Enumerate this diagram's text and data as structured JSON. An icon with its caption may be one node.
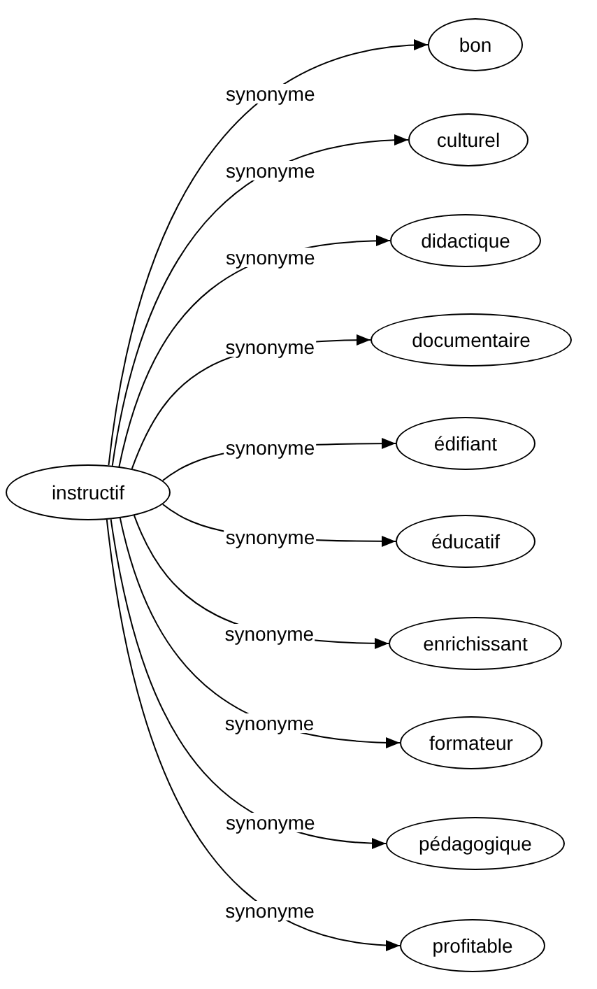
{
  "diagram": {
    "nodes": [
      {
        "text": [
          "instructif"
        ]
      },
      {
        "text": [
          "bon"
        ]
      },
      {
        "text": [
          "culturel"
        ]
      },
      {
        "text": [
          "didactique"
        ]
      },
      {
        "text": [
          "documentaire"
        ]
      },
      {
        "text": [
          "édifiant"
        ]
      },
      {
        "text": [
          "éducatif"
        ]
      },
      {
        "text": [
          "enrichissant"
        ]
      },
      {
        "text": [
          "formateur"
        ]
      },
      {
        "text": [
          "pédagogique"
        ]
      },
      {
        "text": [
          "profitable"
        ]
      }
    ],
    "edges": [
      {
        "from": 0,
        "to": 1,
        "arrow": "to",
        "label": "synonyme"
      },
      {
        "from": 0,
        "to": 2,
        "arrow": "to",
        "label": "synonyme"
      },
      {
        "from": 0,
        "to": 3,
        "arrow": "to",
        "label": "synonyme"
      },
      {
        "from": 0,
        "to": 4,
        "arrow": "to",
        "label": "synonyme"
      },
      {
        "from": 0,
        "to": 5,
        "arrow": "to",
        "label": "synonyme"
      },
      {
        "from": 0,
        "to": 6,
        "arrow": "to",
        "label": "synonyme"
      },
      {
        "from": 0,
        "to": 7,
        "arrow": "to",
        "label": "synonyme"
      },
      {
        "from": 0,
        "to": 8,
        "arrow": "to",
        "label": "synonyme"
      },
      {
        "from": 0,
        "to": 9,
        "arrow": "to",
        "label": "synonyme"
      },
      {
        "from": 0,
        "to": 10,
        "arrow": "to",
        "label": "synonyme"
      }
    ]
  }
}
